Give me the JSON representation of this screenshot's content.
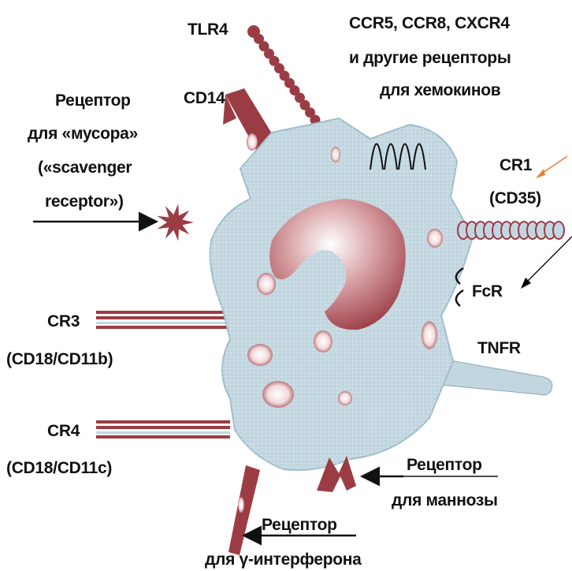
{
  "labels": {
    "tlr4": "TLR4",
    "chemokine_line1": "CCR5, CCR8, CXCR4",
    "chemokine_line2": "и другие рецепторы",
    "chemokine_line3": "для хемокинов",
    "cd14": "CD14",
    "scavenger_line1": "Рецептор",
    "scavenger_line2": "для «мусора»",
    "scavenger_line3": "(«scavenger",
    "scavenger_line4": "receptor»)",
    "cr1_line1": "CR1",
    "cr1_line2": "(CD35)",
    "fcr": "FcR",
    "tnfr": "TNFR",
    "cr3_line1": "CR3",
    "cr3_line2": "(CD18/CD11b)",
    "cr4_line1": "CR4",
    "cr4_line2": "(CD18/CD11c)",
    "mannose_line1": "Рецептор",
    "mannose_line2": "для маннозы",
    "ifn_line1": "Рецептор",
    "ifn_line2": "для γ-интерферона"
  },
  "colors": {
    "cell_fill": "#c2d6e0",
    "receptor": "#9b3c44",
    "nucleus": "#a64a52",
    "label_text": "#111111",
    "annotation_arrow_orange": "#ef7d35",
    "annotation_arrow_black": "#000000"
  }
}
